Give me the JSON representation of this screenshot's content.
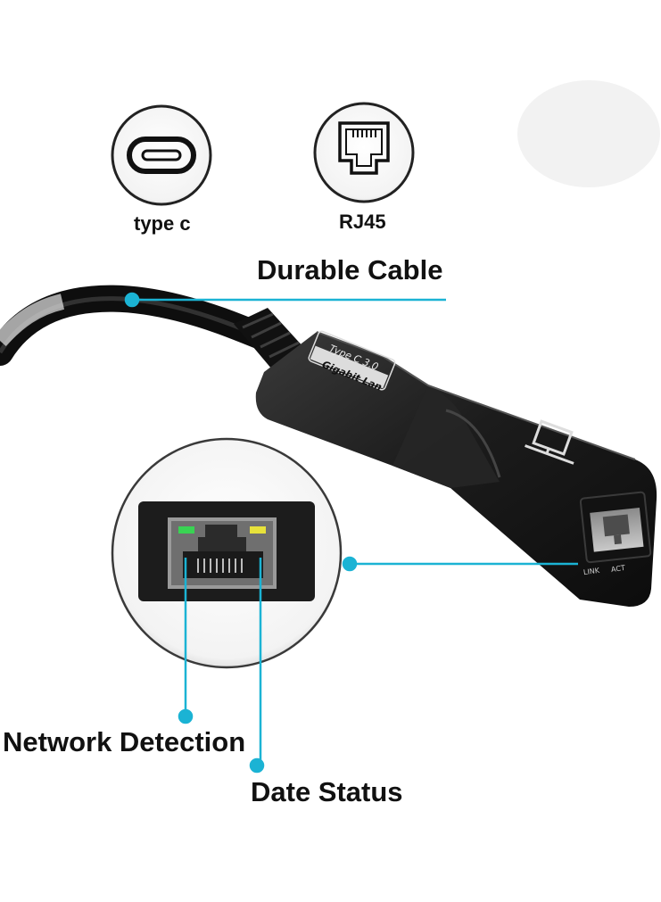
{
  "icons": [
    {
      "name": "usb-type-c-icon",
      "label": "type c"
    },
    {
      "name": "rj45-port-icon",
      "label": "RJ45"
    }
  ],
  "callouts": {
    "cable": "Durable Cable",
    "network_detection": "Network Detection",
    "date_status": "Date Status"
  },
  "device": {
    "printed_line1": "Type C 3.0",
    "printed_line2": "Gigabit Lan",
    "led_left": "LINK",
    "led_right": "ACT"
  },
  "colors": {
    "accent": "#1bb3d4",
    "body": "#1a1a1a",
    "led_green": "#39d353",
    "led_yellow": "#e7e23b"
  }
}
